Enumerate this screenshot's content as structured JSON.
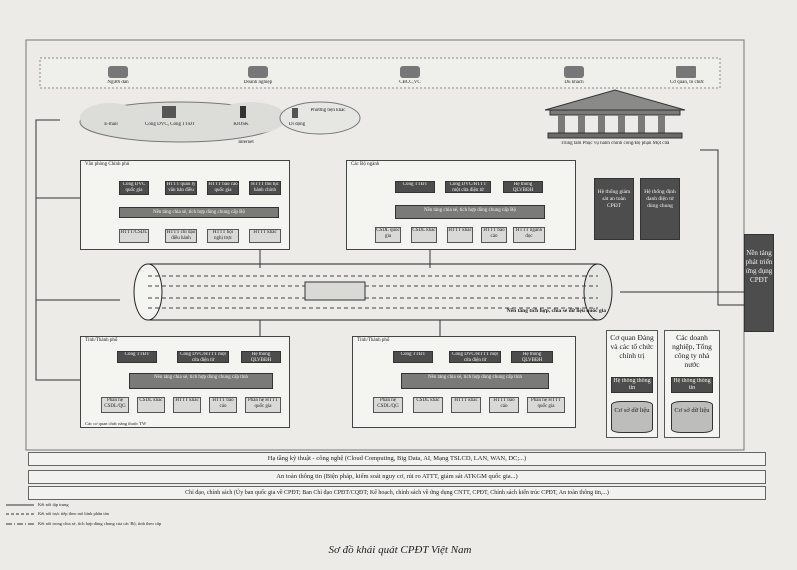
{
  "caption": "Sơ đồ khái quát CPĐT Việt Nam",
  "users": {
    "nguoi_dan": "Người dân",
    "doanh_nghiep": "Doanh nghiệp",
    "cbccvc": "CBCC,VC",
    "du_khach": "Du khách",
    "co_quan": "Cơ quan, tổ chức"
  },
  "channels": {
    "email": "E-mail",
    "cong_dvc": "Cổng DVC, Cổng TTĐT",
    "kiosk": "KIOSK",
    "di_dong": "Di động",
    "phuong_tien": "Phương tiện khác",
    "internet": "Internet"
  },
  "one_stop": "Trung tâm Phục vụ hành chính công/Bộ phận Một cửa",
  "van_phong_cp": {
    "title": "Văn phòng Chính phủ",
    "top": [
      "Cổng DVC quốc gia",
      "HTTT quản lý văn bản điều hành",
      "HTTT báo cáo quốc gia",
      "HTTT thủ tục hành chính"
    ],
    "bar": "Nền tảng chia sẻ, tích hợp dùng chung cấp Bộ",
    "bottom": [
      "HTTT/CSDL",
      "HTTT chỉ đạo điều hành",
      "HTTT hội nghị trực tuyến",
      "HTTT khác"
    ]
  },
  "co_quan_ngang": {
    "title": "Các Bộ ngành",
    "top": [
      "Cổng TTĐT",
      "Cổng DVC/HTTT một cửa điện tử",
      "Hệ thống QLVBĐH"
    ],
    "bar": "Nền tảng chia sẻ, tích hợp dùng chung cấp Bộ",
    "bottom": [
      "CSDL quốc gia",
      "CSDL khác",
      "HTTT khác",
      "HTTT báo cáo",
      "HTTT ngành dọc"
    ]
  },
  "side_boxes": {
    "left": "Hệ thống giám sát an toàn CPĐT",
    "right": "Hệ thống định danh điện tử dùng chung"
  },
  "ngsp": "Nền tảng phát triển ứng dụng CPĐT",
  "backbone": "Nền tảng tích hợp, chia sẻ dữ liệu quốc gia",
  "tinh_tp_left": {
    "title": "Tỉnh/Thành phố",
    "top": [
      "Cổng TTĐT",
      "Cổng DVC/HTTT một cửa điện tử",
      "Hệ thống QLVBĐH"
    ],
    "bar": "Nền tảng chia sẻ, tích hợp dùng chung cấp tỉnh",
    "bottom": [
      "Phần hệ CSDL/QG",
      "CSDL khác",
      "HTTT khác",
      "HTTT báo cáo",
      "Phần hệ HTTT quốc gia"
    ],
    "note": "Các cơ quan chức năng thuộc TW"
  },
  "tinh_tp_right": {
    "title": "Tỉnh/Thành phố",
    "top": [
      "Cổng TTĐT",
      "Cổng DVC/HTTT một cửa điện tử",
      "Hệ thống QLVBĐH"
    ],
    "bar": "Nền tảng chia sẻ, tích hợp dùng chung cấp tỉnh",
    "bottom": [
      "Phần hệ CSDL/QG",
      "CSDL khác",
      "HTTT khác",
      "HTTT báo cáo",
      "Phần hệ HTTT quốc gia"
    ]
  },
  "orgs": [
    {
      "title": "Cơ quan Đảng và các tổ chức chính trị",
      "system": "Hệ thống thông tin",
      "db": "Cơ sở dữ liệu"
    },
    {
      "title": "Các doanh nghiệp, Tổng công ty nhà nước",
      "system": "Hệ thống thông tin",
      "db": "Cơ sở dữ liệu"
    }
  ],
  "bands": {
    "infra": "Hạ tầng kỹ thuật - công nghệ (Cloud Computing, Big Data, AI, Mạng TSLCD, LAN, WAN, DC;...)",
    "security": "An toàn thông tin (Biện pháp, kiểm soát nguy cơ, rủi ro ATTT, giám sát ATKGM quốc gia...)",
    "policy": "Chỉ đạo, chính sách (Ủy ban quốc gia về CPĐT; Ban Chỉ đạo CPĐT/CQĐT; Kế hoạch, chính sách về ứng dụng CNTT, CPĐT, Chính sách kiến trúc CPĐT, An toàn thông tin,...)"
  },
  "legend": [
    "Kết nối tập trung",
    "Kết nối trực tiếp theo mô hình phân tán",
    "Kết nối trong chia sẻ, tích hợp dùng chung của các Bộ, tỉnh theo cấp"
  ]
}
